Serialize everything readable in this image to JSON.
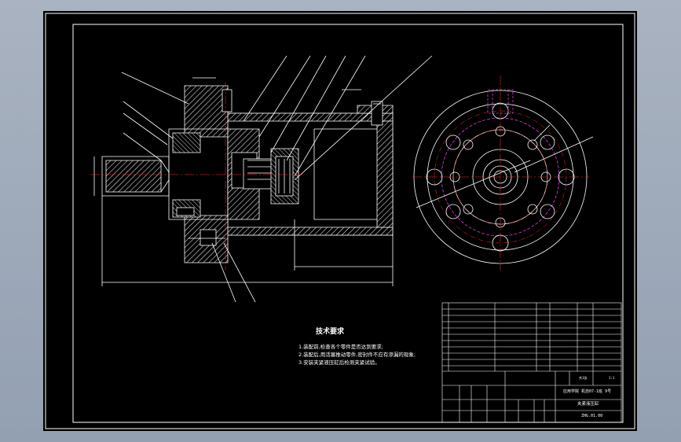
{
  "colors": {
    "page_bg": "#a3adbc",
    "canvas": "#000000",
    "line": "#ffffff",
    "hatch": "#ffffff",
    "center": "#ff3030",
    "hidden": "#d040d0"
  },
  "tech_req": {
    "title": "技术要求",
    "lines": [
      "1.装配前,检查各个零件是否达到要求;",
      "2.装配后,用活塞推动零件,密封件不应有渗漏的现象;",
      "3.安装夹紧液压缸后检测夹紧试验。"
    ]
  },
  "title_block": {
    "school": "应用学院 机自07-1班 9号",
    "drawing_name": "夹紧液压缸",
    "drawing_no": "ZHG.01.00",
    "scale": "1:1",
    "sheet": "共1张"
  }
}
